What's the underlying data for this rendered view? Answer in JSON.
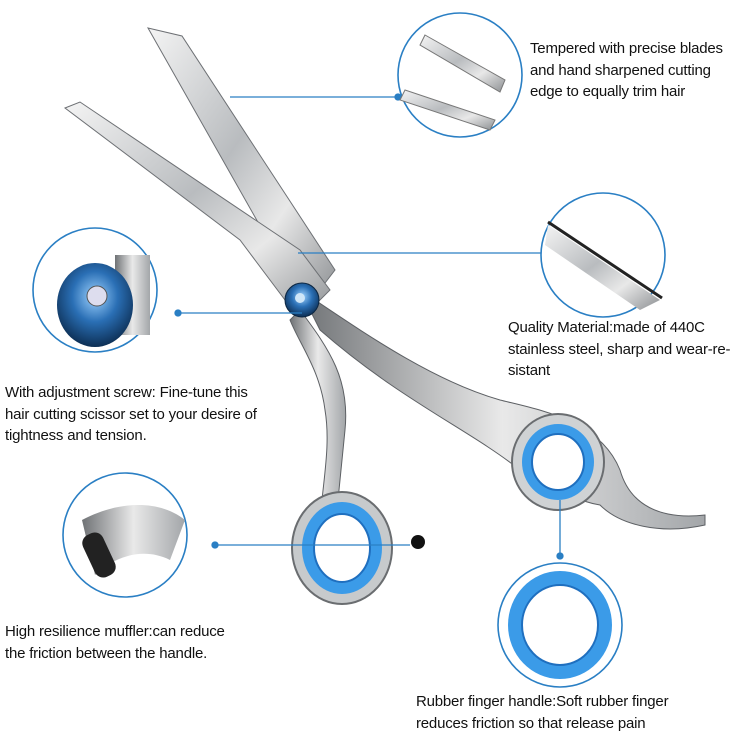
{
  "accent_color": "#2a7fc4",
  "rubber_color": "#3b9be8",
  "callouts": {
    "blades": {
      "lines": [
        "Tempered with precise blades",
        "and hand sharpened cutting",
        "edge to equally trim hair"
      ]
    },
    "material": {
      "lines": [
        "Quality Material:made of 440C",
        "stainless steel, sharp and wear-re-",
        "sistant"
      ]
    },
    "screw": {
      "lines": [
        "With adjustment screw: Fine-tune this",
        "hair cutting scissor set to your desire of",
        "tightness and tension."
      ]
    },
    "muffler": {
      "lines": [
        "High resilience muffler:can reduce",
        "the friction between the handle."
      ]
    },
    "handle": {
      "lines": [
        "Rubber finger handle:Soft rubber finger",
        "reduces friction so that release pain"
      ]
    }
  }
}
